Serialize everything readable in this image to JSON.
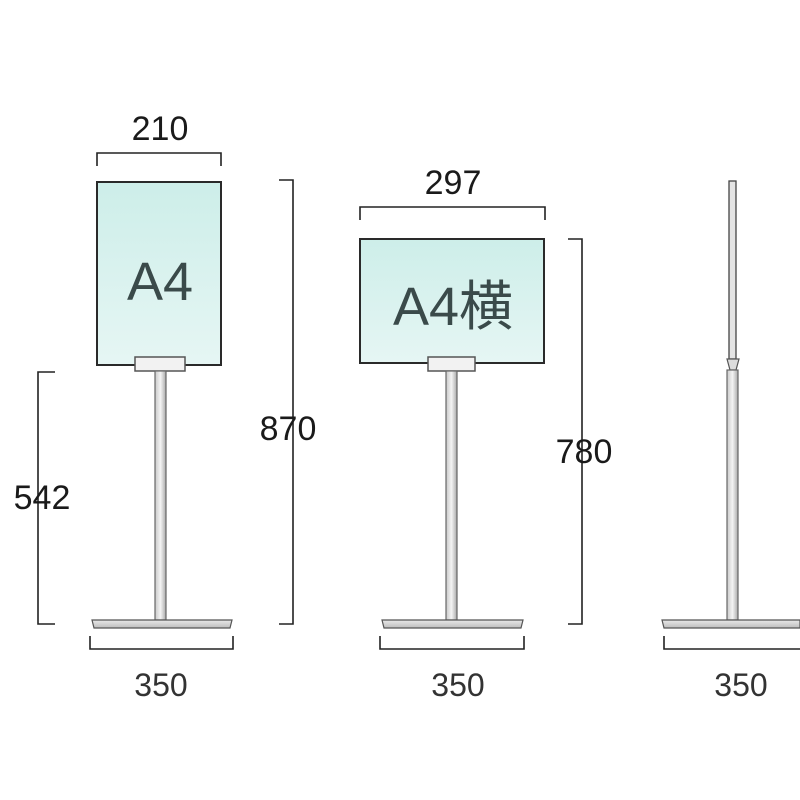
{
  "stands": [
    {
      "panel_label": "A4",
      "width_label": "210",
      "height_label": "870",
      "pole_height_label": "542",
      "base_label": "350"
    },
    {
      "panel_label": "A4横",
      "width_label": "297",
      "height_label": "780",
      "base_label": "350"
    },
    {
      "base_label": "350"
    }
  ],
  "colors": {
    "panel_fill": "#d7f1ef",
    "panel_border": "#2a2a2a",
    "pole": "#9a9a9a",
    "base": "#c8c8c8",
    "dimension_line": "#222222"
  }
}
